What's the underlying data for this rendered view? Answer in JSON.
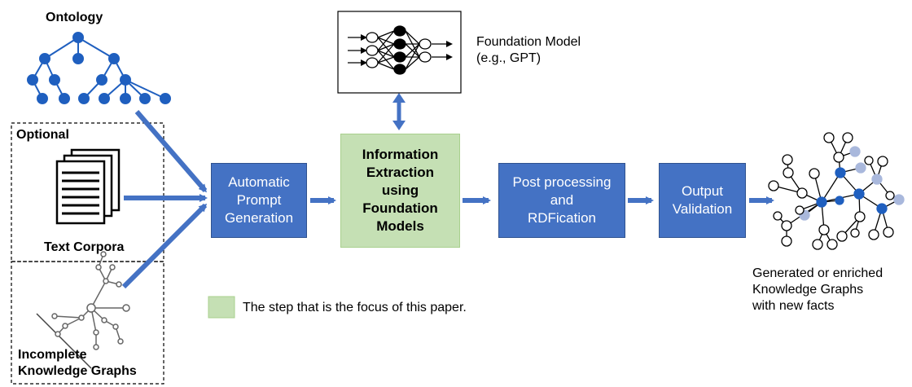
{
  "inputs": {
    "ontology_label": "Ontology",
    "optional_label": "Optional",
    "text_corpora_label": "Text Corpora",
    "incomplete_kg_label": "Incomplete\nKnowledge Graphs"
  },
  "steps": {
    "prompt_generation": "Automatic\nPrompt\nGeneration",
    "information_extraction": "Information\nExtraction\nusing\nFoundation\nModels",
    "post_processing": "Post processing\nand\nRDFication",
    "output_validation": "Output\nValidation"
  },
  "foundation_model": {
    "label": "Foundation Model\n(e.g., GPT)"
  },
  "output": {
    "label": "Generated or enriched\nKnowledge Graphs\nwith new facts"
  },
  "legend": {
    "text": "The step that is the focus of this paper."
  },
  "colors": {
    "step_blue": "#4472c4",
    "focus_green": "#c5e0b4",
    "node_blue": "#1f5fbf",
    "node_light": "#a9b8dc"
  }
}
